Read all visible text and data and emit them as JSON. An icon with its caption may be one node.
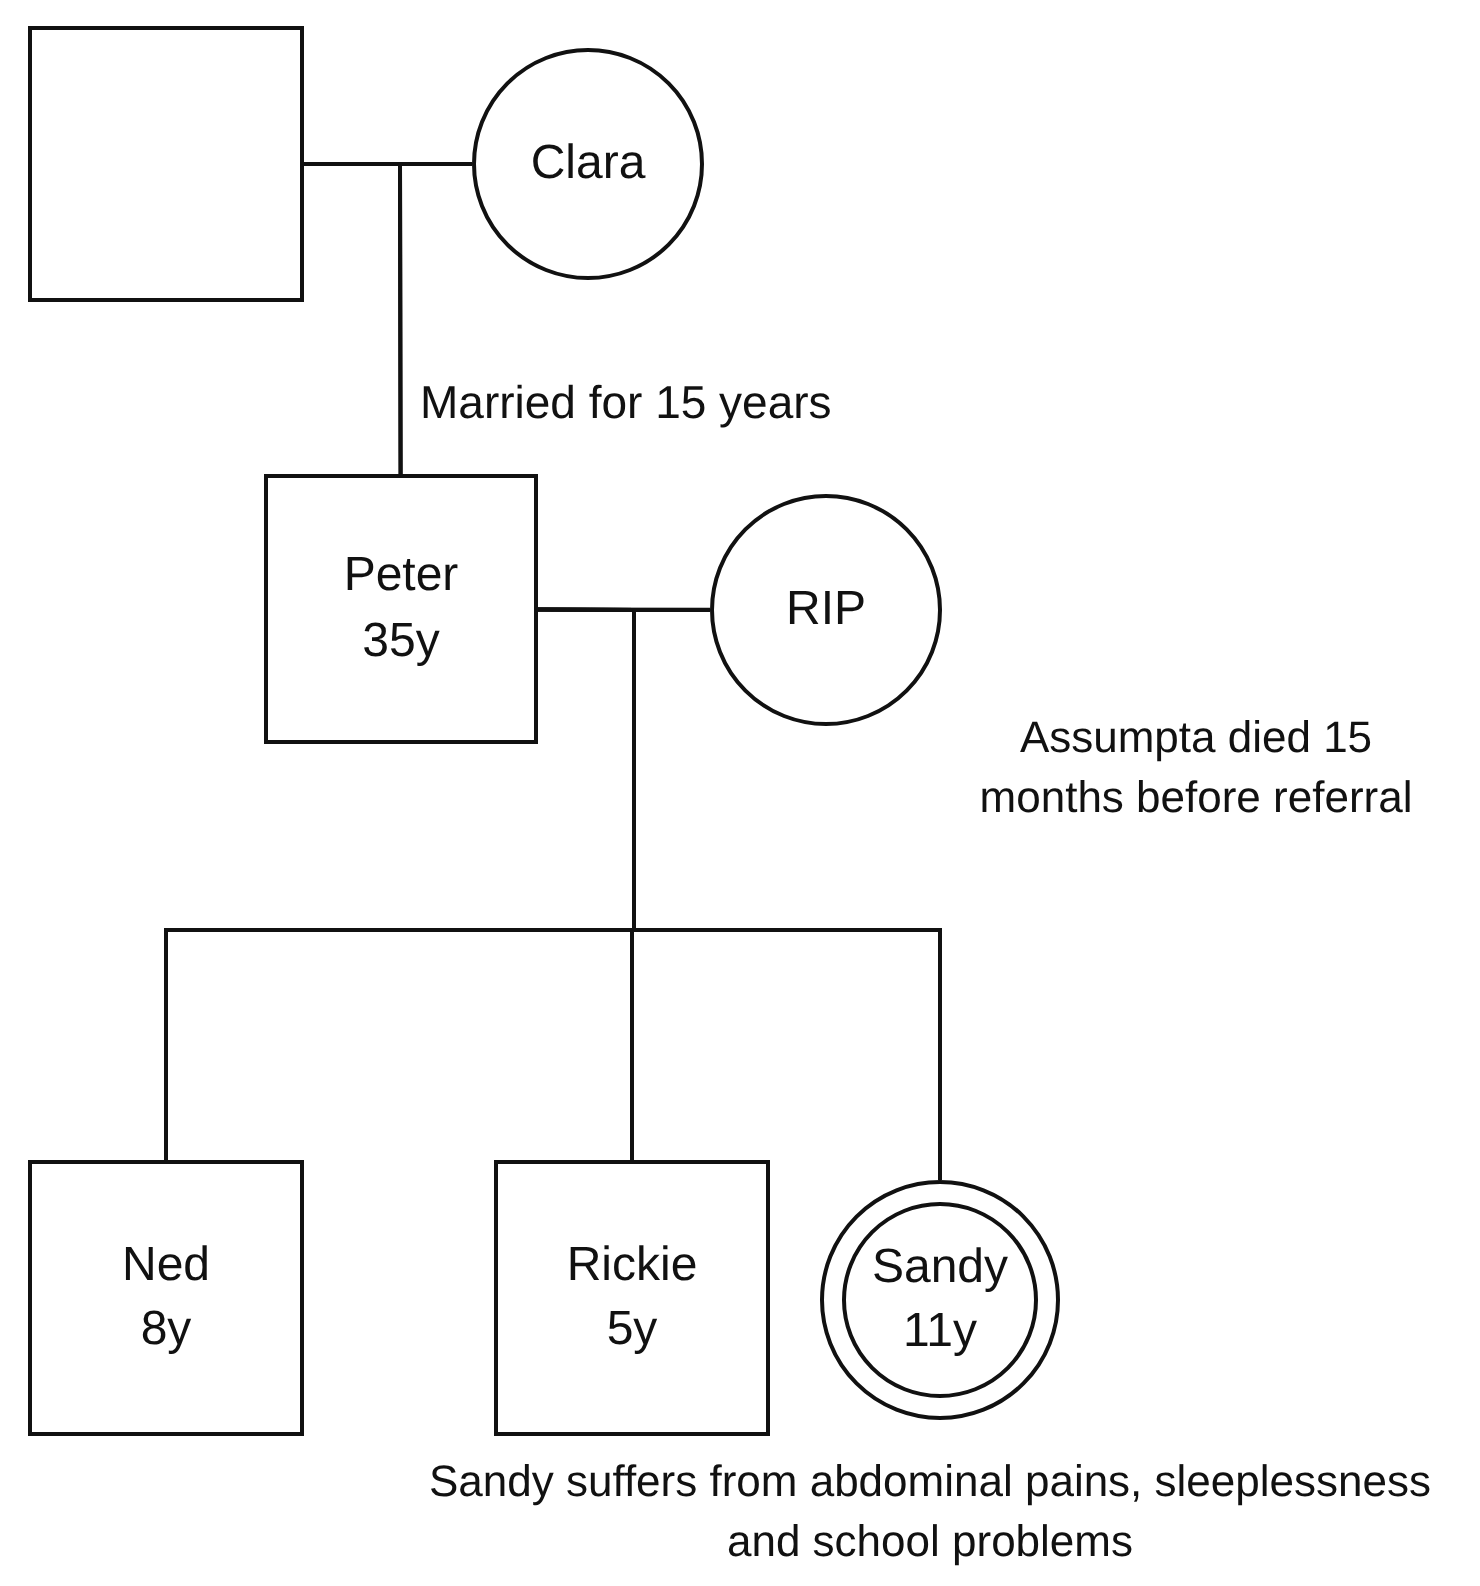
{
  "diagram": {
    "nodes": [
      {
        "text": [],
        "shape": "box"
      },
      {
        "text": [
          "Clara"
        ]
      },
      {
        "text": [
          "Peter",
          "35y"
        ]
      },
      {
        "text": [
          "RIP"
        ],
        "beside": [
          "Assumpta died 15 months before referral"
        ]
      },
      {
        "text": [
          "Ned",
          "8y"
        ]
      },
      {
        "text": [
          "Rickie",
          "5y"
        ]
      },
      {
        "text": [
          "Sandy",
          "11y"
        ],
        "beside": [
          "Sandy suffers from abdominal pains, sleeplessness and school problems"
        ]
      }
    ],
    "edges": [
      {
        "from": 0,
        "to": 1,
        "arrow": "none"
      },
      {
        "from": 0,
        "to": 2,
        "arrow": "none"
      },
      {
        "from": 1,
        "to": 2,
        "arrow": "none"
      },
      {
        "from": 2,
        "to": 3,
        "arrow": "none"
      },
      {
        "from": 2,
        "to": 4,
        "arrow": "none"
      },
      {
        "from": 3,
        "to": 4,
        "arrow": "none"
      },
      {
        "from": 2,
        "to": 5,
        "arrow": "none"
      },
      {
        "from": 3,
        "to": 5,
        "arrow": "none"
      },
      {
        "from": 2,
        "to": 6,
        "arrow": "none"
      },
      {
        "from": 3,
        "to": 6,
        "arrow": "none"
      }
    ],
    "labels": [
      "Married for 15 years"
    ]
  }
}
